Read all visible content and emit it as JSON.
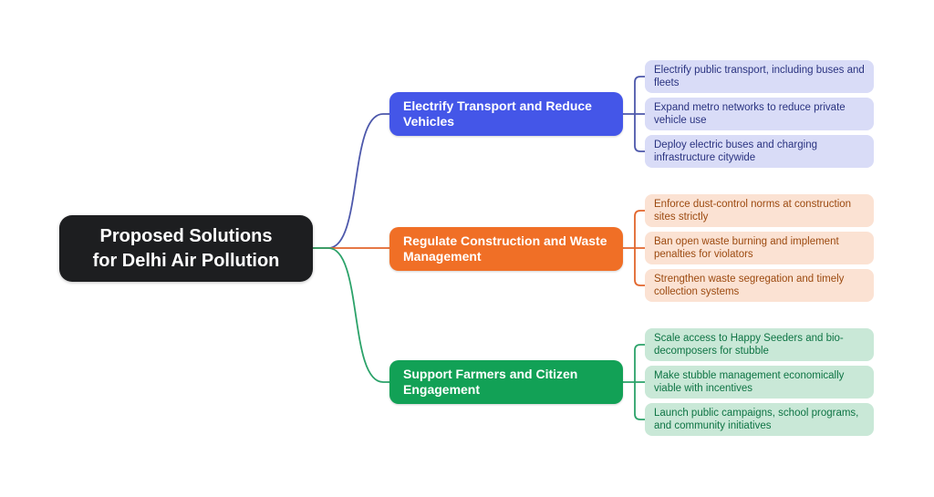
{
  "page_background": "#ffffff",
  "root": {
    "lines": [
      "Proposed Solutions",
      "for Delhi Air Pollution"
    ],
    "label": "Proposed Solutions for Delhi Air Pollution",
    "bg_color": "#1d1e20",
    "text_color": "#ffffff"
  },
  "branches": [
    {
      "label": "Electrify Transport and Reduce Vehicles",
      "node_color": "#4456e8",
      "node_text_color": "#ffffff",
      "leaf_bg_color": "#d9dcf7",
      "leaf_text_color": "#2a3380",
      "connector_color": "#4d58ab",
      "leaves": [
        {
          "text": "Electrify public transport, including buses and fleets"
        },
        {
          "text": "Expand metro networks to reduce private vehicle use"
        },
        {
          "text": "Deploy electric buses and charging infrastructure citywide"
        }
      ]
    },
    {
      "label": "Regulate Construction and Waste Management",
      "node_color": "#f06f26",
      "node_text_color": "#ffffff",
      "leaf_bg_color": "#fbe2d3",
      "leaf_text_color": "#9c4a10",
      "connector_color": "#e2662c",
      "leaves": [
        {
          "text": "Enforce dust-control norms at construction sites strictly"
        },
        {
          "text": "Ban open waste burning and implement penalties for violators"
        },
        {
          "text": "Strengthen waste segregation and timely collection systems"
        }
      ]
    },
    {
      "label": "Support Farmers and Citizen Engagement",
      "node_color": "#12a156",
      "node_text_color": "#ffffff",
      "leaf_bg_color": "#c9e8d7",
      "leaf_text_color": "#0e7444",
      "connector_color": "#2ba269",
      "leaves": [
        {
          "text": "Scale access to Happy Seeders and bio-decomposers for stubble"
        },
        {
          "text": "Make stubble management economically viable with incentives"
        },
        {
          "text": "Launch public campaigns, school programs, and community initiatives"
        }
      ]
    }
  ]
}
